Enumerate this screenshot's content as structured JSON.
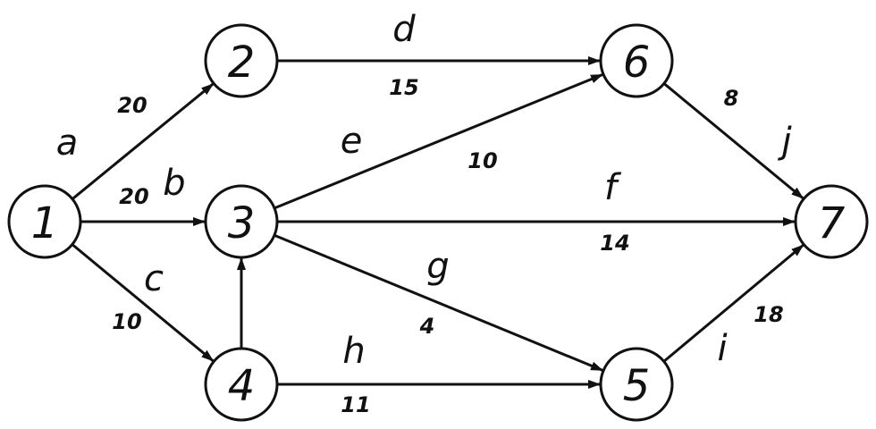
{
  "diagram": {
    "nodes": [
      {
        "id": "1",
        "label": "1"
      },
      {
        "id": "2",
        "label": "2"
      },
      {
        "id": "3",
        "label": "3"
      },
      {
        "id": "4",
        "label": "4"
      },
      {
        "id": "5",
        "label": "5"
      },
      {
        "id": "6",
        "label": "6"
      },
      {
        "id": "7",
        "label": "7"
      }
    ],
    "edges": [
      {
        "id": "a",
        "from": "1",
        "to": "2",
        "letter": "a",
        "weight": "20"
      },
      {
        "id": "b",
        "from": "1",
        "to": "3",
        "letter": "b",
        "weight": "20"
      },
      {
        "id": "c",
        "from": "1",
        "to": "4",
        "letter": "c",
        "weight": "10"
      },
      {
        "id": "d",
        "from": "2",
        "to": "6",
        "letter": "d",
        "weight": "15"
      },
      {
        "id": "e",
        "from": "3",
        "to": "6",
        "letter": "e",
        "weight": "10"
      },
      {
        "id": "f",
        "from": "3",
        "to": "7",
        "letter": "f",
        "weight": "14"
      },
      {
        "id": "g",
        "from": "3",
        "to": "5",
        "letter": "g",
        "weight": "4"
      },
      {
        "id": "h",
        "from": "4",
        "to": "5",
        "letter": "h",
        "weight": "11"
      },
      {
        "id": "i",
        "from": "5",
        "to": "7",
        "letter": "i",
        "weight": "18"
      },
      {
        "id": "j",
        "from": "6",
        "to": "7",
        "letter": "j",
        "weight": "8"
      },
      {
        "id": "k",
        "from": "4",
        "to": "3",
        "letter": "",
        "weight": ""
      }
    ]
  }
}
